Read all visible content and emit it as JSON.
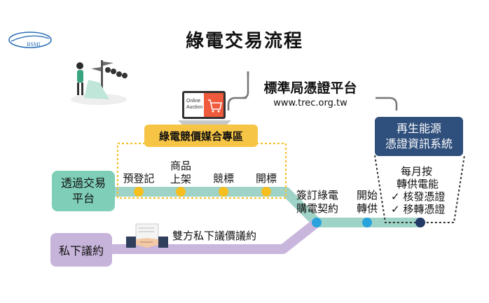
{
  "title": "綠電交易流程",
  "logo_text": "BSMI",
  "trec": {
    "name": "標準局憑證平台",
    "url": "www.trec.org.tw"
  },
  "laptop_text": [
    "Online",
    "Auction"
  ],
  "zone_title": "綠電競價媒合專區",
  "left_boxes": {
    "trade_line1": "透過交易",
    "trade_line2": "平台",
    "private": "私下議約"
  },
  "steps": {
    "pre_register": "預登記",
    "listing_line1": "商品",
    "listing_line2": "上架",
    "bidding": "競標",
    "opening": "開標",
    "contract_line1": "簽訂綠電",
    "contract_line2": "購電契約",
    "supply_line1": "開始",
    "supply_line2": "轉供"
  },
  "private_step": "雙方私下議價議約",
  "renewable_box": {
    "line1": "再生能源",
    "line2": "憑證資訊系統"
  },
  "monthly": {
    "line1": "每月按",
    "line2": "轉供電能",
    "item1": "✓ 核發憑證",
    "item2": "✓ 移轉憑證"
  },
  "colors": {
    "trade_line": "#9fd3c7",
    "private_line": "#c9b6dd",
    "zone_border": "#f3c230",
    "pre_dots": "#f6be1f",
    "post_dots": "#29a3dc",
    "final_dot": "#243a66",
    "renewable": "#2f4f7c",
    "brackets": "#6b6b6b"
  }
}
